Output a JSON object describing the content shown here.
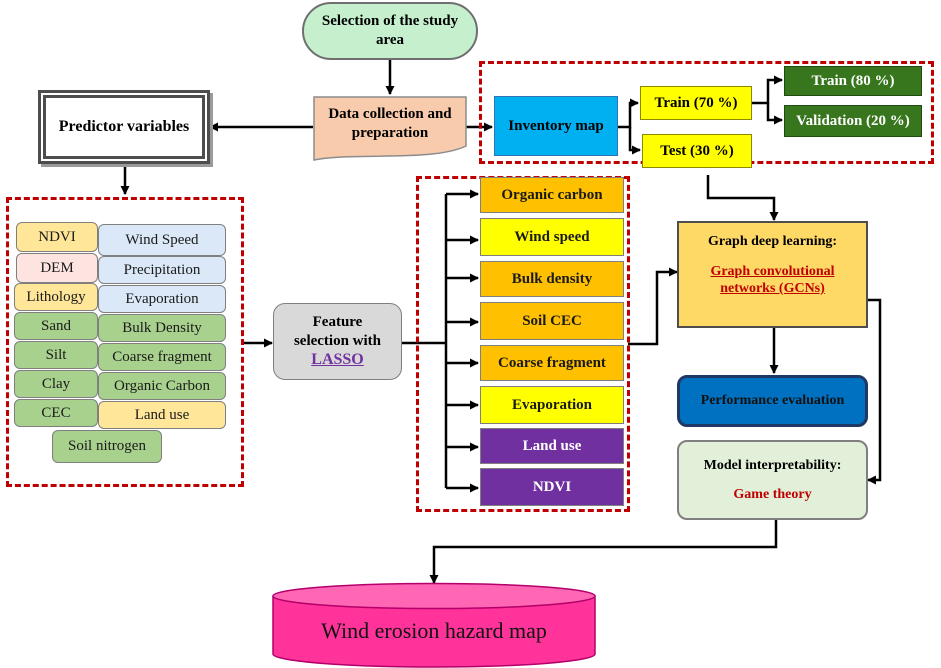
{
  "start": {
    "label": "Selection of the study area"
  },
  "data_collection": {
    "label": "Data collection and preparation"
  },
  "predictors": {
    "label": "Predictor variables"
  },
  "inventory": {
    "label": "Inventory map"
  },
  "train70": {
    "label": "Train (70 %)"
  },
  "test30": {
    "label": "Test (30 %)"
  },
  "train80": {
    "label": "Train (80 %)"
  },
  "validation20": {
    "label": "Validation (20 %)"
  },
  "variables": {
    "ndvi": "NDVI",
    "dem": "DEM",
    "lithology": "Lithology",
    "sand": "Sand",
    "silt": "Silt",
    "clay": "Clay",
    "cec": "CEC",
    "soil_nitrogen": "Soil nitrogen",
    "wind_speed": "Wind Speed",
    "precipitation": "Precipitation",
    "evaporation": "Evaporation",
    "bulk_density": "Bulk Density",
    "coarse_fragment": "Coarse fragment",
    "organic_carbon": "Organic Carbon",
    "land_use": "Land use"
  },
  "feature_selection": {
    "line1": "Feature",
    "line2": "selection with",
    "method": "LASSO"
  },
  "selected_features": [
    "Organic carbon",
    "Wind speed",
    "Bulk density",
    "Soil CEC",
    "Coarse fragment",
    "Evaporation",
    "Land use",
    "NDVI"
  ],
  "gdl": {
    "title": "Graph deep learning:",
    "model": "Graph convolutional networks (GCNs)"
  },
  "performance": {
    "label": "Performance evaluation"
  },
  "interpretability": {
    "title": "Model interpretability:",
    "method": "Game theory"
  },
  "output": {
    "label": "Wind erosion hazard map"
  },
  "colors": {
    "frame": "#c00000",
    "start_fill": "#c6efce",
    "data_fill": "#f8cbad",
    "inventory_fill": "#00b0f0",
    "gdl_fill": "#ffd966",
    "perf_fill": "#0070c0",
    "interp_fill": "#e2f0d9",
    "output_fill": "#ff3399",
    "link_text": "#7030a0",
    "accent_text": "#c00000"
  }
}
